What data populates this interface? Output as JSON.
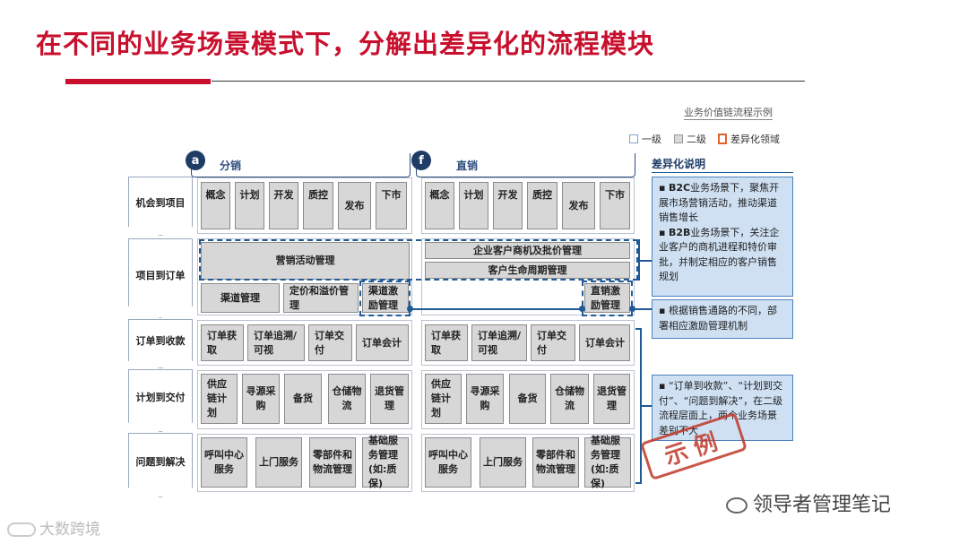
{
  "title": "在不同的业务场景模式下，分解出差异化的流程模块",
  "caption": "业务价值链流程示例",
  "legend": {
    "level1": "一级",
    "level2": "二级",
    "diff": "差异化领域"
  },
  "columns": {
    "left": {
      "badge": "a",
      "label": "分销"
    },
    "right": {
      "badge": "f",
      "label": "直销"
    }
  },
  "rows": {
    "r1": "机会到项目",
    "r2": "项目到订单",
    "r3": "订单到收款",
    "r4": "计划到交付",
    "r5": "问题到解决"
  },
  "row1_items": [
    "概念",
    "计划",
    "开发",
    "质控",
    "发布",
    "下市"
  ],
  "row2": {
    "left_main": "营销活动管理",
    "left_sub": [
      "渠道管理",
      "定价和溢价管理",
      "渠道激励管理"
    ],
    "right_main1": "企业客户商机及批价管理",
    "right_main2": "客户生命周期管理",
    "right_sub": "直销激励管理"
  },
  "row3_items": [
    "订单获取",
    "订单追溯/可视",
    "订单交付",
    "订单会计"
  ],
  "row4_items": [
    "供应链计划",
    "寻源采购",
    "备货",
    "仓储物流",
    "退货管理"
  ],
  "row5_items": [
    "呼叫中心服务",
    "上门服务",
    "零部件和物流管理",
    "基础服务管理(如:质保)"
  ],
  "notes": {
    "header": "差异化说明",
    "n1_b2c_lead": "B2C",
    "n1_b2c": "业务场景下，聚焦开展市场营销活动，推动渠道销售增长",
    "n1_b2b_lead": "B2B",
    "n1_b2b": "业务场景下，关注企业客户的商机进程和特价审批，并制定相应的客户销售规划",
    "n2": "根据销售通路的不同，部署相应激励管理机制",
    "n3": "“订单到收款”、“计划到交付”、“问题到解决”，在二级流程层面上，两个业务场景差别不大"
  },
  "stamp": "示例",
  "watermark_right": "领导者管理笔记",
  "watermark_left": "大数跨境",
  "colors": {
    "title": "#c8102e",
    "accent_blue": "#1f5a96",
    "box_fill": "#d7d7d7",
    "note_fill": "#cfe0f3"
  }
}
